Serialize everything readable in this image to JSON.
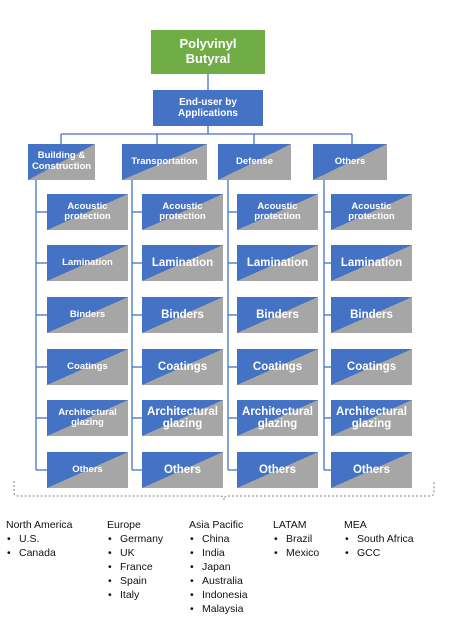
{
  "root": {
    "label": "Polyvinyl\nButyral"
  },
  "level1": {
    "label": "End-user by\nApplications"
  },
  "categories": [
    {
      "label": "Building &\nConstruction"
    },
    {
      "label": "Transportation"
    },
    {
      "label": "Defense"
    },
    {
      "label": "Others"
    }
  ],
  "applications": [
    [
      {
        "label": "Acoustic\nprotection"
      },
      {
        "label": "Lamination"
      },
      {
        "label": "Binders"
      },
      {
        "label": "Coatings"
      },
      {
        "label": "Architectural\nglazing"
      },
      {
        "label": "Others"
      }
    ],
    [
      {
        "label": "Acoustic\nprotection"
      },
      {
        "label": "Lamination"
      },
      {
        "label": "Binders"
      },
      {
        "label": "Coatings"
      },
      {
        "label": "Architectural\nglazing"
      },
      {
        "label": "Others"
      }
    ],
    [
      {
        "label": "Acoustic\nprotection"
      },
      {
        "label": "Lamination"
      },
      {
        "label": "Binders"
      },
      {
        "label": "Coatings"
      },
      {
        "label": "Architectural\nglazing"
      },
      {
        "label": "Others"
      }
    ],
    [
      {
        "label": "Acoustic\nprotection"
      },
      {
        "label": "Lamination"
      },
      {
        "label": "Binders"
      },
      {
        "label": "Coatings"
      },
      {
        "label": "Architectural\nglazing"
      },
      {
        "label": "Others"
      }
    ]
  ],
  "regions": [
    {
      "name": "North America",
      "items": [
        "U.S.",
        "Canada"
      ]
    },
    {
      "name": "Europe",
      "items": [
        "Germany",
        "UK",
        "France",
        "Spain",
        "Italy"
      ]
    },
    {
      "name": "Asia Pacific",
      "items": [
        "China",
        "India",
        "Japan",
        "Australia",
        "Indonesia",
        "Malaysia"
      ]
    },
    {
      "name": "LATAM",
      "items": [
        "Brazil",
        "Mexico"
      ]
    },
    {
      "name": "MEA",
      "items": [
        "South Africa",
        "GCC"
      ]
    }
  ],
  "colors": {
    "root": "#70ad47",
    "blue": "#4472c4",
    "grey": "#a6a6a6",
    "connector": "#4472c4",
    "bracket": "#7f7f7f"
  }
}
